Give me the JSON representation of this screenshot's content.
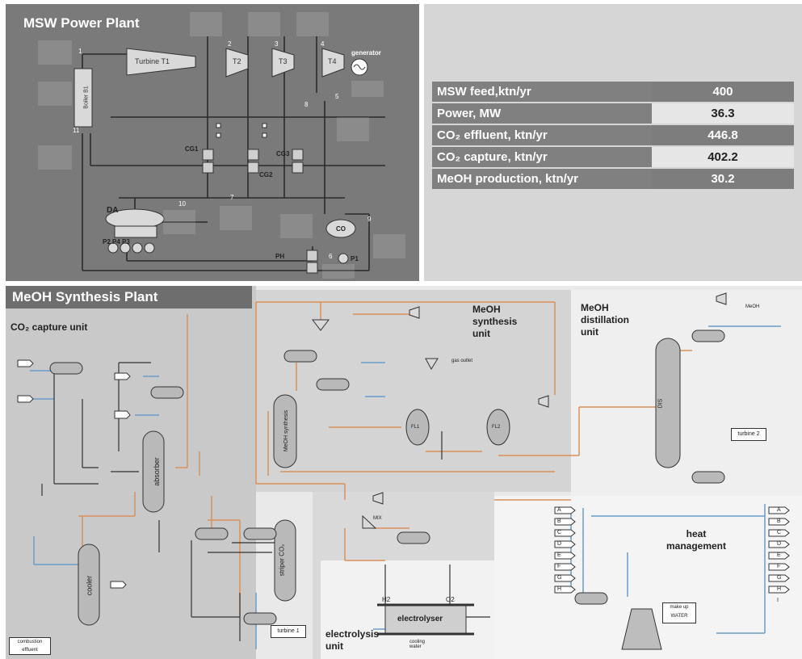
{
  "power_plant": {
    "title": "MSW Power Plant",
    "components": {
      "turbine": "Turbine T1",
      "t2": "T2",
      "t3": "T3",
      "t4": "T4",
      "generator": "generator",
      "boiler": "Boiler B1",
      "da": "DA",
      "cg1": "CG1",
      "cg2": "CG2",
      "cg3": "CG3",
      "co": "CO",
      "pumps": "P2 P4 P3",
      "p1": "P1",
      "ph": "PH"
    },
    "stream_numbers": [
      "1",
      "2",
      "3",
      "4",
      "5",
      "6",
      "7",
      "8",
      "9",
      "10",
      "11"
    ]
  },
  "summary": {
    "rows": [
      {
        "label": "MSW feed,ktn/yr",
        "value": "400"
      },
      {
        "label": "Power, MW",
        "value": "36.3"
      },
      {
        "label": "CO₂ effluent, ktn/yr",
        "value": "446.8"
      },
      {
        "label": "CO₂ capture, ktn/yr",
        "value": "402.2"
      },
      {
        "label": "MeOH production, ktn/yr",
        "value": "30.2"
      }
    ]
  },
  "synthesis_plant": {
    "title": "MeOH Synthesis Plant",
    "co2_unit": "CO₂ capture unit",
    "meoh_unit": "MeOH synthesis unit",
    "distillation_unit": "MeOH distillation unit",
    "electrolysis_unit": "electrolysis unit",
    "heat_unit": "heat management",
    "equipment": {
      "absorber": "absorber",
      "cooler": "cooler",
      "stripper": "striper CO₂",
      "reactor": "MeOH synthesis",
      "electrolyser": "electrolyser",
      "turbine1": "turbine 1",
      "turbine2": "turbine 2",
      "makeup": "make up WATER",
      "flue": "combustion effluent",
      "cooling_water": "cooling water",
      "distillation": "DIS",
      "fl1": "FL1",
      "fl2": "FL2"
    },
    "heat_letters": [
      "A",
      "B",
      "C",
      "D",
      "E",
      "F",
      "G",
      "H",
      "I"
    ],
    "streams": {
      "h2": "H2",
      "o2": "O2",
      "mix": "MIX",
      "purge": "gas outlet",
      "meoh": "MeOH"
    }
  },
  "colors": {
    "power_bg": "#7a7a7a",
    "summary_bg": "#d6d6d6",
    "stream_orange": "#d9905a",
    "stream_blue": "#6a9cc8"
  }
}
